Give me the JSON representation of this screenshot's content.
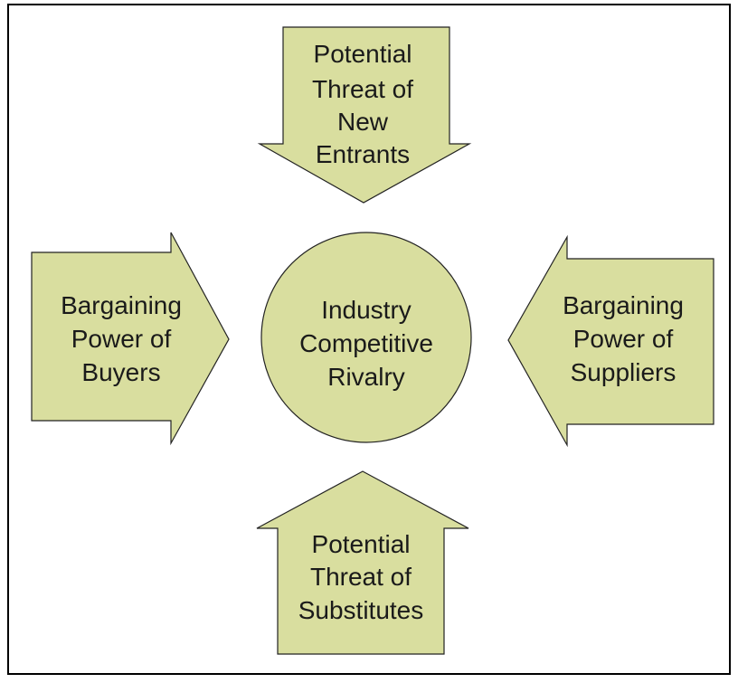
{
  "colors": {
    "fill": "#d9de9f",
    "stroke": "#222222",
    "text": "#1a1a1a"
  },
  "center": {
    "lines": [
      "Industry",
      "Competitive",
      "Rivalry"
    ]
  },
  "top": {
    "lines": [
      "Potential",
      "Threat of",
      "New",
      "Entrants"
    ]
  },
  "left": {
    "lines": [
      "Bargaining",
      "Power of",
      "Buyers"
    ]
  },
  "right": {
    "lines": [
      "Bargaining",
      "Power of",
      "Suppliers"
    ]
  },
  "bottom": {
    "lines": [
      "Potential",
      "Threat of",
      "Substitutes"
    ]
  }
}
